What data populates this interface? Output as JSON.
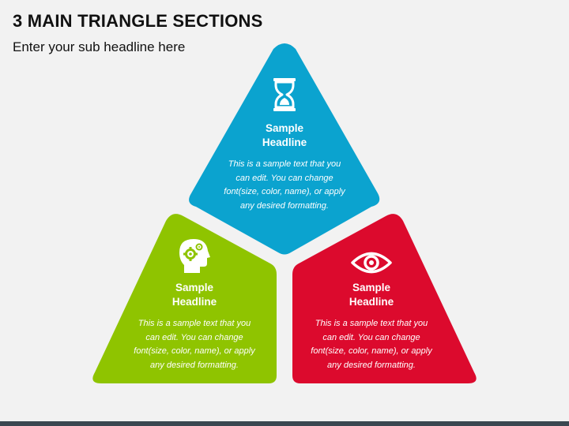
{
  "title": "3 MAIN TRIANGLE SECTIONS",
  "subtitle": "Enter your sub headline here",
  "colors": {
    "blue": "#0ba3cf",
    "green": "#8fc400",
    "red": "#dc0a2d",
    "background": "#f2f2f2",
    "footer": "#3a4750"
  },
  "sections": [
    {
      "color": "blue",
      "icon": "hourglass-icon",
      "headline_line1": "Sample",
      "headline_line2": "Headline",
      "body_lines": [
        "This is a sample text that you",
        "can edit. You can change",
        "font(size, color, name), or apply",
        "any desired formatting."
      ]
    },
    {
      "color": "green",
      "icon": "head-gears-icon",
      "headline_line1": "Sample",
      "headline_line2": "Headline",
      "body_lines": [
        "This is a sample text that you",
        "can edit. You can change",
        "font(size, color, name), or apply",
        "any desired formatting."
      ]
    },
    {
      "color": "red",
      "icon": "eye-icon",
      "headline_line1": "Sample",
      "headline_line2": "Headline",
      "body_lines": [
        "This is a sample text that you",
        "can edit. You can change",
        "font(size, color, name), or apply",
        "any desired formatting."
      ]
    }
  ]
}
